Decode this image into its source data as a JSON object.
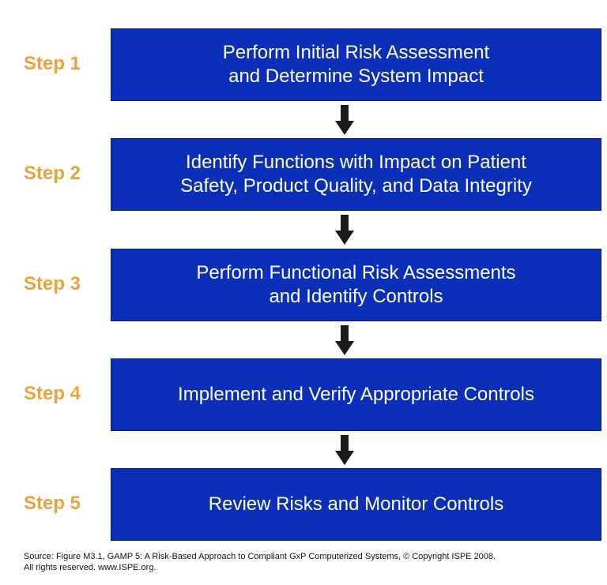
{
  "steps": [
    {
      "label": "Step 1",
      "lines": [
        "Perform Initial Risk Assessment",
        "and Determine System Impact"
      ]
    },
    {
      "label": "Step 2",
      "lines": [
        "Identify Functions with Impact on Patient",
        "Safety, Product Quality, and Data Integrity"
      ]
    },
    {
      "label": "Step 3",
      "lines": [
        "Perform Functional Risk Assessments",
        "and Identify Controls"
      ]
    },
    {
      "label": "Step 4",
      "lines": [
        "Implement and Verify Appropriate Controls"
      ]
    },
    {
      "label": "Step 5",
      "lines": [
        "Review Risks and Monitor Controls"
      ]
    }
  ],
  "source": {
    "line1": "Source: Figure M3.1, GAMP 5: A Risk-Based Approach to Compliant GxP Computerized Systems, © Copyright ISPE 2008.",
    "line2": "All rights reserved. www.ISPE.org."
  },
  "colors": {
    "box_fill": "#0B2FB8",
    "step_label": "#E8A33A",
    "arrow": "#1a1a1a"
  }
}
